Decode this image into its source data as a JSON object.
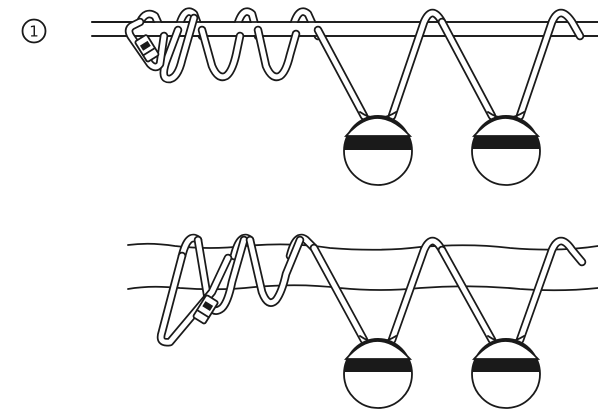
{
  "step": {
    "number": "1"
  },
  "colors": {
    "stroke": "#1a1a1a",
    "background": "#ffffff"
  },
  "panels": [
    {
      "id": "upper",
      "support": "straight rod",
      "hooks": [
        "carabiner-loop",
        "coil",
        "coil",
        "coil",
        "bulb-hook",
        "bulb-hook"
      ]
    },
    {
      "id": "lower",
      "support": "branch",
      "hooks": [
        "carabiner-loop",
        "coil",
        "coil",
        "coil",
        "bulb-hook",
        "bulb-hook"
      ]
    }
  ]
}
